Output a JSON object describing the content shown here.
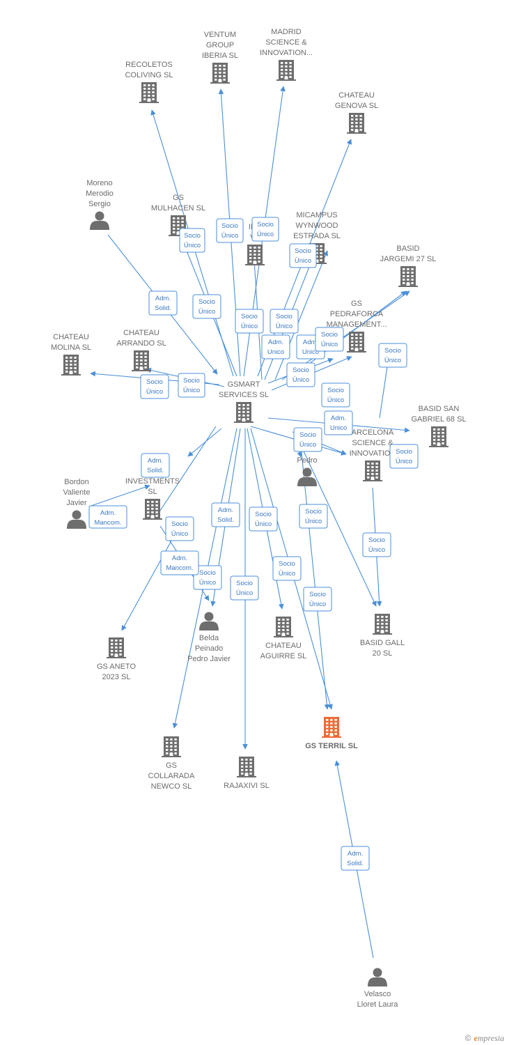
{
  "colors": {
    "edge": "#4a8fd9",
    "company": "#6e6e6e",
    "person": "#6e6e6e",
    "highlight": "#ee6a36"
  },
  "nodes": [
    {
      "id": "gsmart",
      "type": "company",
      "lines": [
        "GSMART",
        "SERVICES  SL"
      ]
    },
    {
      "id": "recoletos",
      "type": "company",
      "lines": [
        "RECOLETOS",
        "COLIVING  SL"
      ]
    },
    {
      "id": "ventum",
      "type": "company",
      "lines": [
        "VENTUM",
        "GROUP",
        "IBERIA  SL"
      ]
    },
    {
      "id": "madrid",
      "type": "company",
      "lines": [
        "MADRID",
        "SCIENCE &",
        "INNOVATION..."
      ]
    },
    {
      "id": "genova",
      "type": "company",
      "lines": [
        "CHATEAU",
        "GENOVA  SL"
      ]
    },
    {
      "id": "moreno",
      "type": "person",
      "lines": [
        "Moreno",
        "Merodio",
        "Sergio"
      ]
    },
    {
      "id": "mulhacen",
      "type": "company",
      "lines": [
        "GS",
        "MULHACEN  SL"
      ]
    },
    {
      "id": "inv",
      "type": "company",
      "lines": [
        "INV",
        "VA"
      ]
    },
    {
      "id": "micampus",
      "type": "company",
      "lines": [
        "MICAMPUS",
        "WYNWOOD",
        "ESTRADA  SL"
      ]
    },
    {
      "id": "jargemi",
      "type": "company",
      "lines": [
        "BASID",
        "JARGEMI 27  SL"
      ]
    },
    {
      "id": "molina",
      "type": "company",
      "lines": [
        "CHATEAU",
        "MOLINA  SL"
      ]
    },
    {
      "id": "arrando",
      "type": "company",
      "lines": [
        "CHATEAU",
        "ARRANDO  SL"
      ]
    },
    {
      "id": "pedraforca",
      "type": "company",
      "lines": [
        "GS",
        "PEDRAFORCA",
        "MANAGEMENT..."
      ]
    },
    {
      "id": "sangabriel",
      "type": "company",
      "lines": [
        "BASID SAN",
        "GABRIEL 68  SL"
      ]
    },
    {
      "id": "barcelona",
      "type": "company",
      "lines": [
        "ARCELONA",
        "SCIENCE &",
        "INNOVATION"
      ]
    },
    {
      "id": "pedro",
      "type": "person",
      "lines": [
        "Pedro"
      ]
    },
    {
      "id": "bordon",
      "type": "person",
      "lines": [
        "Bordon",
        "Valiente",
        "Javier"
      ]
    },
    {
      "id": "binvest",
      "type": "company",
      "lines": [
        "B",
        "INVESTMENTS",
        "SL"
      ]
    },
    {
      "id": "aneto",
      "type": "company",
      "lines": [
        "GS ANETO",
        "2023  SL"
      ]
    },
    {
      "id": "belda",
      "type": "person",
      "lines": [
        "Belda",
        "Peinado",
        "Pedro Javier"
      ]
    },
    {
      "id": "aguirre",
      "type": "company",
      "lines": [
        "CHATEAU",
        "AGUIRRE  SL"
      ]
    },
    {
      "id": "gall",
      "type": "company",
      "lines": [
        "BASID GALL",
        "20  SL"
      ]
    },
    {
      "id": "terril",
      "type": "company",
      "highlight": true,
      "lines": [
        "GS TERRIL  SL"
      ]
    },
    {
      "id": "collarada",
      "type": "company",
      "lines": [
        "GS",
        "COLLARADA",
        "NEWCO  SL"
      ]
    },
    {
      "id": "rajaxivi",
      "type": "company",
      "lines": [
        "RAJAXIVI  SL"
      ]
    },
    {
      "id": "velasco",
      "type": "person",
      "lines": [
        "Velasco",
        "Lloret Laura"
      ]
    }
  ],
  "badges": [
    {
      "lines": [
        "Socio",
        "Único"
      ]
    },
    {
      "lines": [
        "Socio",
        "Único"
      ]
    },
    {
      "lines": [
        "Socio",
        "Único"
      ]
    },
    {
      "lines": [
        "Socio",
        "Único"
      ]
    },
    {
      "lines": [
        "Adm.",
        "Solid."
      ]
    },
    {
      "lines": [
        "Socio",
        "Único"
      ]
    },
    {
      "lines": [
        "Socio",
        "Único"
      ]
    },
    {
      "lines": [
        "Socio",
        "Único"
      ]
    },
    {
      "lines": [
        "Adm.",
        "Unico"
      ]
    },
    {
      "lines": [
        "Adm.",
        "Unico"
      ]
    },
    {
      "lines": [
        "Socio",
        "Único"
      ]
    },
    {
      "lines": [
        "Socio",
        "Único"
      ]
    },
    {
      "lines": [
        "Socio",
        "Único"
      ]
    },
    {
      "lines": [
        "Socio",
        "Único"
      ]
    },
    {
      "lines": [
        "Socio",
        "Único"
      ]
    },
    {
      "lines": [
        "Adm.",
        "Unico"
      ]
    },
    {
      "lines": [
        "Socio",
        "Único"
      ]
    },
    {
      "lines": [
        "Socio",
        "Único"
      ]
    },
    {
      "lines": [
        "Socio",
        "Único"
      ]
    },
    {
      "lines": [
        "Socio",
        "Único"
      ]
    },
    {
      "lines": [
        "Adm.",
        "Solid."
      ]
    },
    {
      "lines": [
        "Adm.",
        "Mancom."
      ]
    },
    {
      "lines": [
        "Adm.",
        "Solid."
      ]
    },
    {
      "lines": [
        "Socio",
        "Único"
      ]
    },
    {
      "lines": [
        "Socio",
        "Único"
      ]
    },
    {
      "lines": [
        "Socio",
        "Único"
      ]
    },
    {
      "lines": [
        "Socio",
        "Único"
      ]
    },
    {
      "lines": [
        "Adm.",
        "Mancom."
      ]
    },
    {
      "lines": [
        "Socio",
        "Único"
      ]
    },
    {
      "lines": [
        "Socio",
        "Único"
      ]
    },
    {
      "lines": [
        "Socio",
        "Único"
      ]
    },
    {
      "lines": [
        "Adm.",
        "Solid."
      ]
    },
    {
      "lines": [
        "Adm.",
        "Solid."
      ]
    }
  ],
  "footer": {
    "copyright": "©",
    "brand_initial": "e",
    "brand_rest": "mpresia"
  }
}
